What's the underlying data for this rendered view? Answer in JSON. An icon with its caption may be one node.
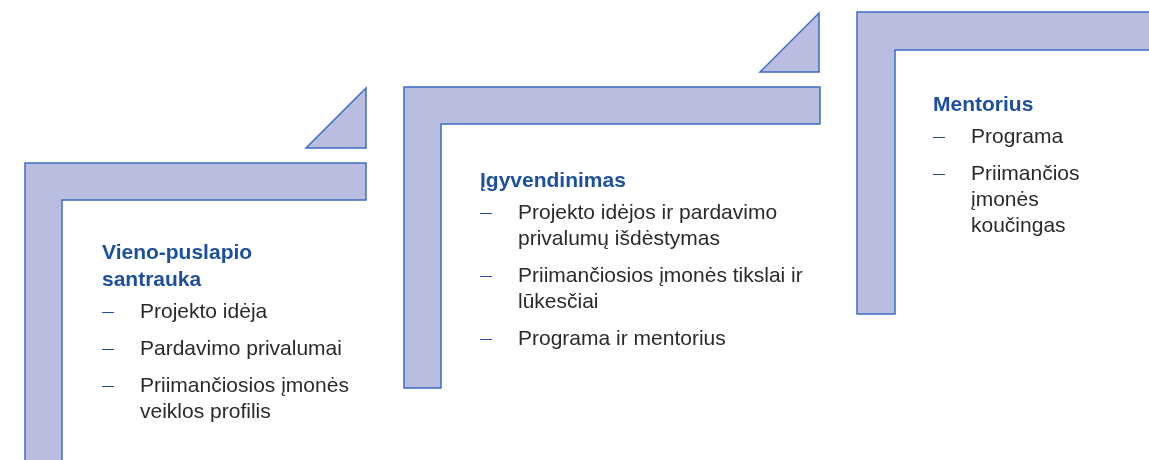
{
  "diagram": {
    "nodes": [
      {
        "text": [
          "Vieno-puslapio santrauka",
          "Projekto idėja",
          "Pardavimo privalumai",
          "Priimančiosios įmonės veiklos profilis"
        ]
      },
      {
        "text": [
          "Įgyvendinimas",
          "Projekto idėjos ir pardavimo privalumų išdėstymas",
          "Priimančiosios įmonės tikslai ir lūkesčiai",
          "Programa ir mentorius"
        ]
      },
      {
        "text": [
          "Mentorius",
          "Programa",
          "Priimančios įmonės koučingas"
        ]
      }
    ]
  }
}
